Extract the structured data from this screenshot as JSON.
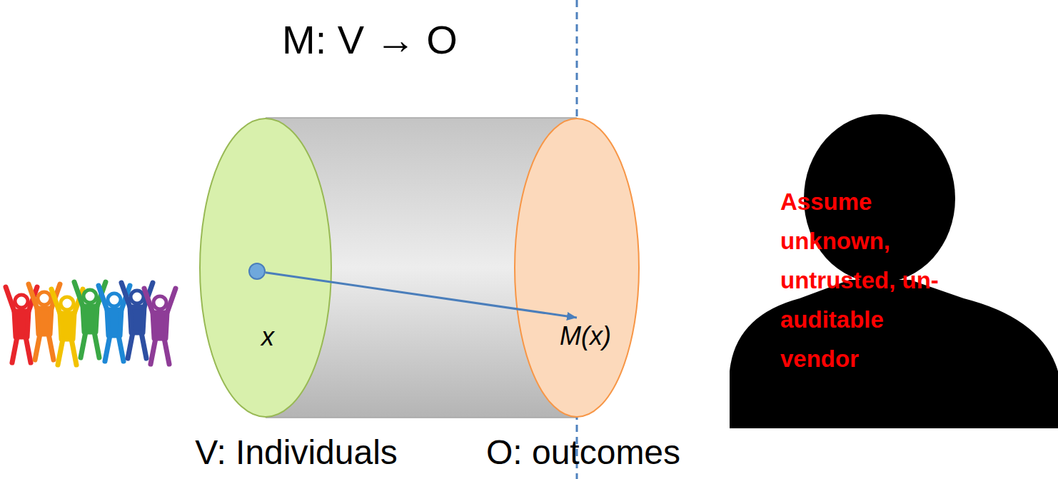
{
  "diagram": {
    "title": "M: V → O",
    "nodes": [
      {
        "text": [
          "V: Individuals"
        ]
      },
      {
        "text": [
          "x"
        ],
        "in": 0
      },
      {
        "text": [
          "O: outcomes"
        ]
      },
      {
        "text": [
          "M(x)"
        ],
        "in": 2
      },
      {
        "text": [
          "Assume unknown, untrusted, un-auditable vendor"
        ]
      }
    ],
    "edges": [
      {
        "from": 1,
        "to": 3,
        "arrow": "to"
      }
    ]
  }
}
